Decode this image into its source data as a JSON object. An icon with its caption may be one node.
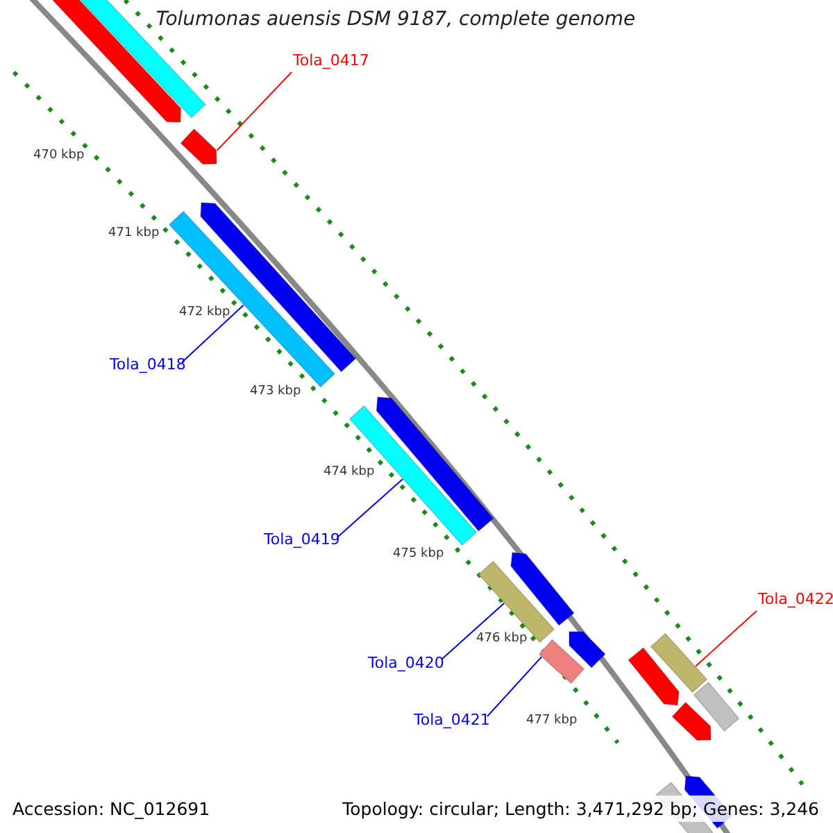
{
  "diagram": {
    "title": "Tolumonas auensis DSM 9187, complete genome",
    "nodes": [
      {
        "text": [
          "Tola_0417"
        ]
      },
      {
        "text": [],
        "shape": "bar"
      },
      {
        "text": [],
        "shape": "bar"
      },
      {
        "text": [],
        "shape": "bar"
      },
      {
        "text": [
          "Tola_0418"
        ]
      },
      {
        "text": [],
        "shape": "bar"
      },
      {
        "text": [],
        "shape": "bar"
      },
      {
        "text": [
          "Tola_0419"
        ]
      },
      {
        "text": [],
        "shape": "bar"
      },
      {
        "text": [],
        "shape": "bar"
      },
      {
        "text": [
          "Tola_0420"
        ]
      },
      {
        "text": [],
        "shape": "bar"
      },
      {
        "text": [],
        "shape": "bar"
      },
      {
        "text": [],
        "shape": "bar"
      },
      {
        "text": [],
        "shape": "bar"
      },
      {
        "text": [
          "Tola_0421"
        ]
      },
      {
        "text": [
          "Tola_0422"
        ]
      },
      {
        "text": [],
        "shape": "bar"
      },
      {
        "text": [],
        "shape": "bar"
      },
      {
        "text": [],
        "shape": "bar"
      },
      {
        "text": [],
        "shape": "bar"
      },
      {
        "text": [],
        "shape": "bar"
      },
      {
        "text": [],
        "shape": "bar"
      }
    ],
    "edges": [
      {
        "from": 0,
        "to": 3,
        "arrow": "none",
        "color": "#ff0000"
      },
      {
        "from": 4,
        "to": 6,
        "arrow": "none"
      },
      {
        "from": 7,
        "to": 9,
        "arrow": "none"
      },
      {
        "from": 10,
        "to": 11,
        "arrow": "none"
      },
      {
        "from": 15,
        "to": 13,
        "arrow": "none"
      },
      {
        "from": 16,
        "to": 17,
        "arrow": "none",
        "color": "#ff0000"
      }
    ],
    "labels": [
      "470 kbp",
      "471 kbp",
      "472 kbp",
      "473 kbp",
      "474 kbp",
      "475 kbp",
      "476 kbp",
      "477 kbp",
      "Accession: NC_012691",
      "Topology: circular; Length: 3,471,292 bp; Genes: 3,246"
    ]
  }
}
